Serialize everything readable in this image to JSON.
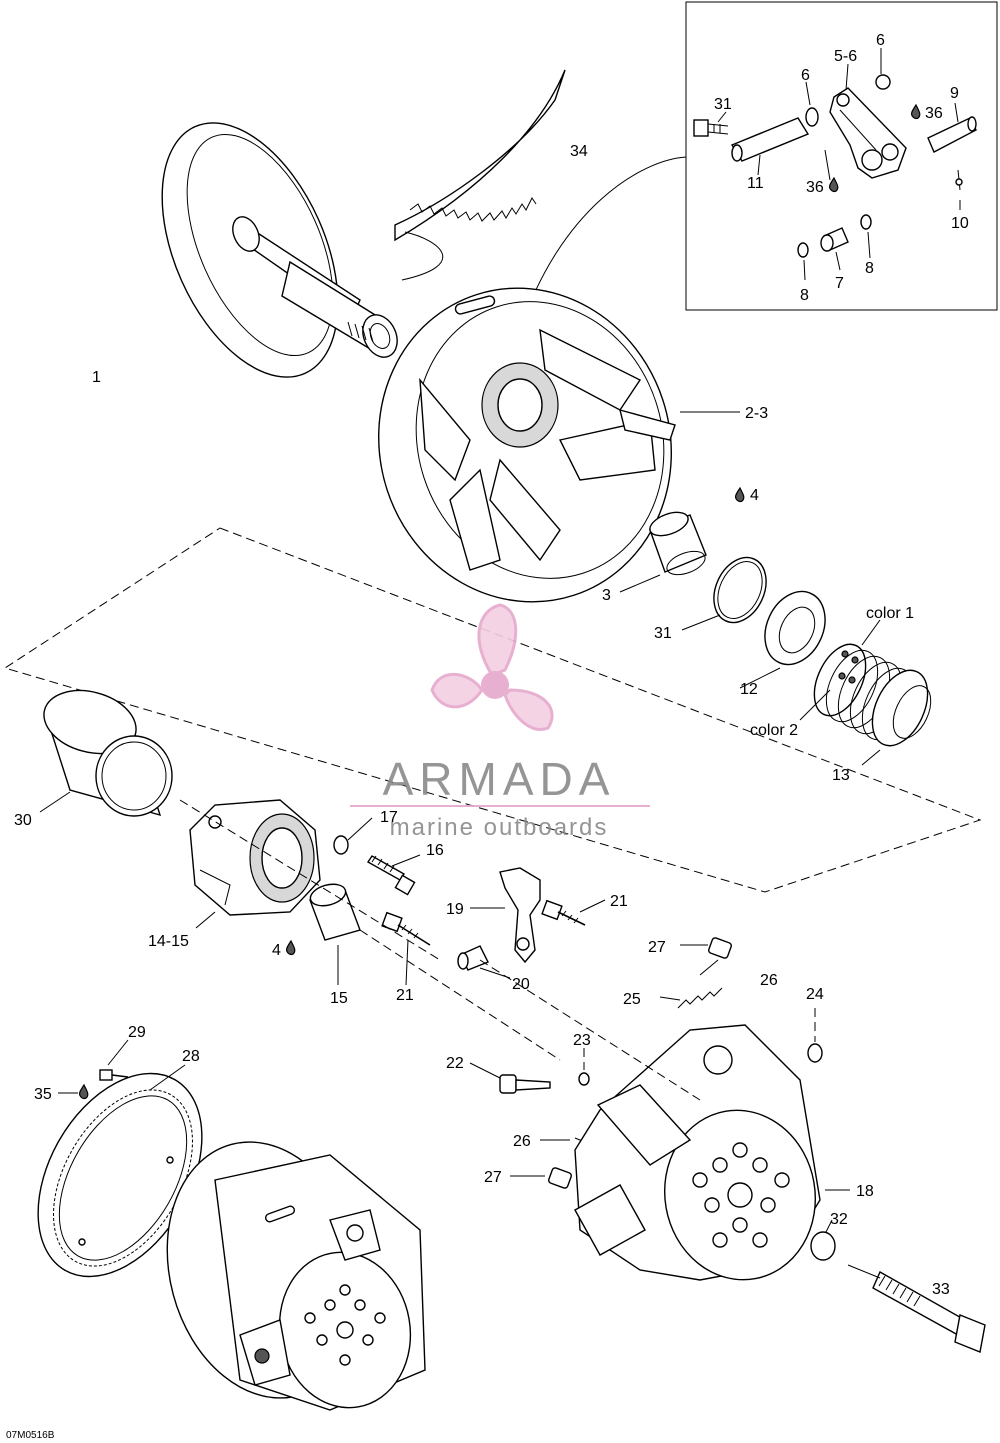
{
  "labels": {
    "l1": "1",
    "l2_3": "2-3",
    "l3": "3",
    "l4a": "4",
    "l4b": "4",
    "l5_6": "5-6",
    "l6a": "6",
    "l6b": "6",
    "l7": "7",
    "l8a": "8",
    "l8b": "8",
    "l9": "9",
    "l10": "10",
    "l11": "11",
    "l12": "12",
    "l13": "13",
    "l14_15": "14-15",
    "l15": "15",
    "l16": "16",
    "l17": "17",
    "l18": "18",
    "l19": "19",
    "l20": "20",
    "l21a": "21",
    "l21b": "21",
    "l22": "22",
    "l23": "23",
    "l24": "24",
    "l25": "25",
    "l26a": "26",
    "l26b": "26",
    "l27a": "27",
    "l27b": "27",
    "l28": "28",
    "l29": "29",
    "l30": "30",
    "l31a": "31",
    "l31b": "31",
    "l32": "32",
    "l33": "33",
    "l34": "34",
    "l35": "35",
    "l36a": "36",
    "l36b": "36",
    "color1": "color 1",
    "color2": "color 2"
  },
  "watermark": {
    "title": "ARMADA",
    "subtitle": "marine outboards",
    "brand_color": "#e6a8cc",
    "text_color": "#8a8a8a"
  },
  "drawing_code": "07M0516B"
}
